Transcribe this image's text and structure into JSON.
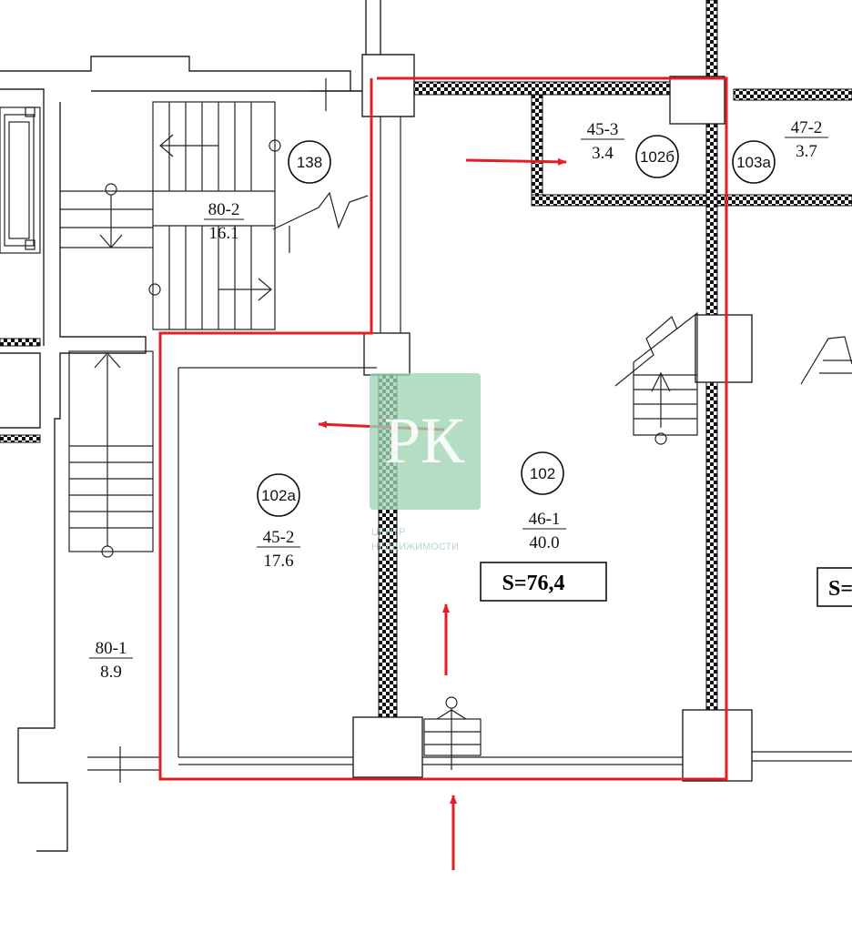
{
  "rooms": [
    {
      "id": "room-138",
      "circle": "138",
      "code": "",
      "area": ""
    },
    {
      "id": "room-80-2",
      "circle": "",
      "code": "80-2",
      "area": "16.1"
    },
    {
      "id": "room-80-1",
      "circle": "",
      "code": "80-1",
      "area": "8.9"
    },
    {
      "id": "room-102a",
      "circle": "102a",
      "code": "45-2",
      "area": "17.6"
    },
    {
      "id": "room-102",
      "circle": "102",
      "code": "46-1",
      "area": "40.0"
    },
    {
      "id": "room-102b",
      "circle": "102б",
      "code": "45-3",
      "area": "3.4"
    },
    {
      "id": "room-103a",
      "circle": "103a",
      "code": "47-2",
      "area": "3.7"
    }
  ],
  "total_area": "S=76,4",
  "cut_area": "S=",
  "watermark": {
    "letters": "РК",
    "caption_line1": "ЦЕНТР",
    "caption_line2": "НЕДВИЖИМОСТИ"
  },
  "colors": {
    "highlight": "#e31e24",
    "wall": "#1a1a1a",
    "watermark": "#9fd4b3"
  }
}
